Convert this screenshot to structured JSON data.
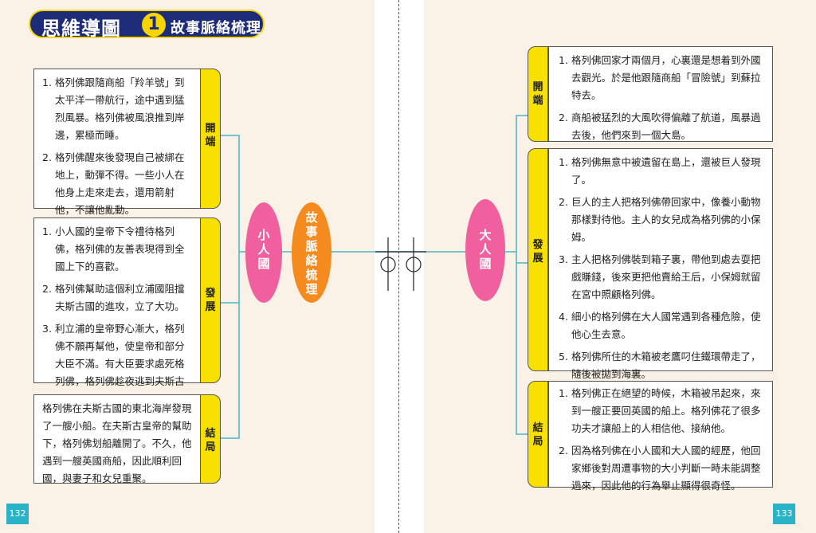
{
  "header": {
    "title_main": "思維導圖",
    "title_number": "1",
    "title_sub": "故事脈絡梳理"
  },
  "center": {
    "label": "故事脈絡梳理",
    "left_node": "小人國",
    "right_node": "大人國"
  },
  "left": {
    "beginning": {
      "tab": "開端",
      "items": [
        {
          "num": "1.",
          "text": "格列佛跟隨商船「羚羊號」到太平洋一帶航行，途中遇到猛烈風暴。格列佛被風浪推到岸邊，累極而睡。"
        },
        {
          "num": "2.",
          "text": "格列佛醒來後發現自己被綁在地上，動彈不得。一些小人在他身上走來走去，還用箭射他，不讓他亂動。"
        }
      ]
    },
    "development": {
      "tab": "發展",
      "items": [
        {
          "num": "1.",
          "text": "小人國的皇帝下令禮待格列佛，格列佛的友善表現得到全國上下的喜歡。"
        },
        {
          "num": "2.",
          "text": "格列佛幫助這個利立浦國阻擋夫斯古國的進攻，立了大功。"
        },
        {
          "num": "3.",
          "text": "利立浦的皇帝野心漸大，格列佛不願再幫他，使皇帝和部分大臣不滿。有大臣要求處死格列佛，格列佛趁夜逃到夫斯古國。"
        }
      ]
    },
    "ending": {
      "tab": "結局",
      "text": "格列佛在夫斯古國的東北海岸發現了一艘小船。在夫斯古皇帝的幫助下，格列佛划船離開了。不久，他遇到一艘英國商船，因此順利回國，與妻子和女兒重聚。"
    }
  },
  "right": {
    "beginning": {
      "tab": "開端",
      "items": [
        {
          "num": "1.",
          "text": "格列佛回家才兩個月，心裏還是想着到外國去觀光。於是他跟隨商船「冒險號」到蘇拉特去。"
        },
        {
          "num": "2.",
          "text": "商船被猛烈的大風吹得偏離了航道，風暴過去後，他們來到一個大島。"
        }
      ]
    },
    "development": {
      "tab": "發展",
      "items": [
        {
          "num": "1.",
          "text": "格列佛無意中被遺留在島上，還被巨人發現了。"
        },
        {
          "num": "2.",
          "text": "巨人的主人把格列佛帶回家中，像養小動物那樣對待他。主人的女兒成為格列佛的小保姆。"
        },
        {
          "num": "3.",
          "text": "主人把格列佛裝到箱子裏，帶他到處去耍把戲賺錢，後來更把他賣給王后，小保姆就留在宮中照顧格列佛。"
        },
        {
          "num": "4.",
          "text": "細小的格列佛在大人國常遇到各種危險，使他心生去意。"
        },
        {
          "num": "5.",
          "text": "格列佛所住的木箱被老鷹叼住鐵環帶走了，隨後被拋到海裏。"
        }
      ]
    },
    "ending": {
      "tab": "結局",
      "items": [
        {
          "num": "1.",
          "text": "格列佛正在絕望的時候，木箱被吊起來，來到一艘正要回英國的船上。格列佛花了很多功夫才讓船上的人相信他、接納他。"
        },
        {
          "num": "2.",
          "text": "因為格列佛在小人國和大人國的經歷，他回家鄉後對周遭事物的大小判斷一時未能調整過來，因此他的行為舉止顯得很奇怪。"
        }
      ]
    }
  },
  "footer": {
    "left_page": "132",
    "right_page": "133"
  },
  "colors": {
    "navy": "#1d2c78",
    "yellow": "#f8e000",
    "pink": "#f0609f",
    "orange": "#f58a1f",
    "teal": "#2ab3c6",
    "connector": "#48b6c8"
  }
}
